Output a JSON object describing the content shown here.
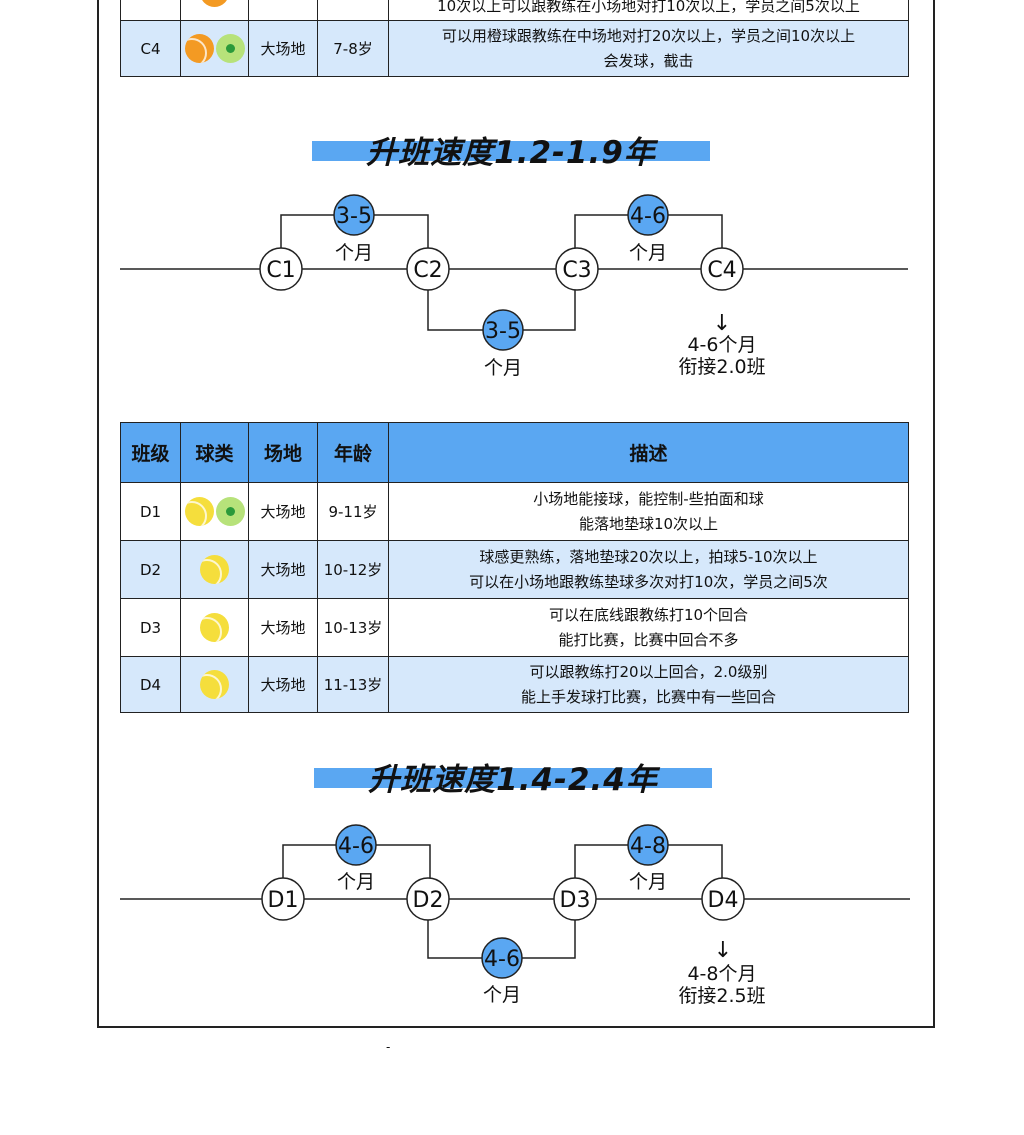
{
  "table_top": {
    "rows": [
      {
        "level": "",
        "place": "",
        "age": "",
        "desc1": "10次以上可以跟教练在小场地对打10次以上，学员之间5次以上",
        "desc2": "",
        "balls": [
          "orange"
        ]
      },
      {
        "level": "C4",
        "place": "大场地",
        "age": "7-8岁",
        "desc1": "可以用橙球跟教练在中场地对打20次以上，学员之间10次以上",
        "desc2": "会发球，截击",
        "balls": [
          "orange-half",
          "green"
        ]
      }
    ]
  },
  "section1": {
    "title": "升班速度1.2-1.9年",
    "nodes": [
      "C1",
      "C2",
      "C3",
      "C4"
    ],
    "top_badges": [
      "3-5",
      "4-6"
    ],
    "bottom_badge": "3-5",
    "month": "个月",
    "next_duration": "4-6个月",
    "next_class": "衔接2.0班",
    "arrow": "↓"
  },
  "table_d": {
    "headers": [
      "班级",
      "球类",
      "场地",
      "年龄",
      "描述"
    ],
    "rows": [
      {
        "level": "D1",
        "place": "大场地",
        "age": "9-11岁",
        "desc1": "小场地能接球，能控制-些拍面和球",
        "desc2": "能落地垫球10次以上",
        "balls": [
          "yellow",
          "green"
        ]
      },
      {
        "level": "D2",
        "place": "大场地",
        "age": "10-12岁",
        "desc1": "球感更熟练，落地垫球20次以上，拍球5-10次以上",
        "desc2": "可以在小场地跟教练垫球多次对打10次，学员之间5次",
        "balls": [
          "yellow"
        ]
      },
      {
        "level": "D3",
        "place": "大场地",
        "age": "10-13岁",
        "desc1": "可以在底线跟教练打10个回合",
        "desc2": "能打比赛，比赛中回合不多",
        "balls": [
          "yellow"
        ]
      },
      {
        "level": "D4",
        "place": "大场地",
        "age": "11-13岁",
        "desc1": "可以跟教练打20以上回合，2.0级别",
        "desc2": "能上手发球打比赛，比赛中有一些回合",
        "balls": [
          "yellow"
        ]
      }
    ]
  },
  "section2": {
    "title": "升班速度1.4-2.4年",
    "nodes": [
      "D1",
      "D2",
      "D3",
      "D4"
    ],
    "top_badges": [
      "4-6",
      "4-8"
    ],
    "bottom_badge": "4-6",
    "month": "个月",
    "next_duration": "4-8个月",
    "next_class": "衔接2.5班",
    "arrow": "↓"
  },
  "footer_mark": "-",
  "colors": {
    "accent": "#5aa7f2",
    "light": "#d6e8fb",
    "yellow_ball": "#f5de3c",
    "green_ball": "#b7e27a",
    "orange_ball": "#f39a23"
  }
}
